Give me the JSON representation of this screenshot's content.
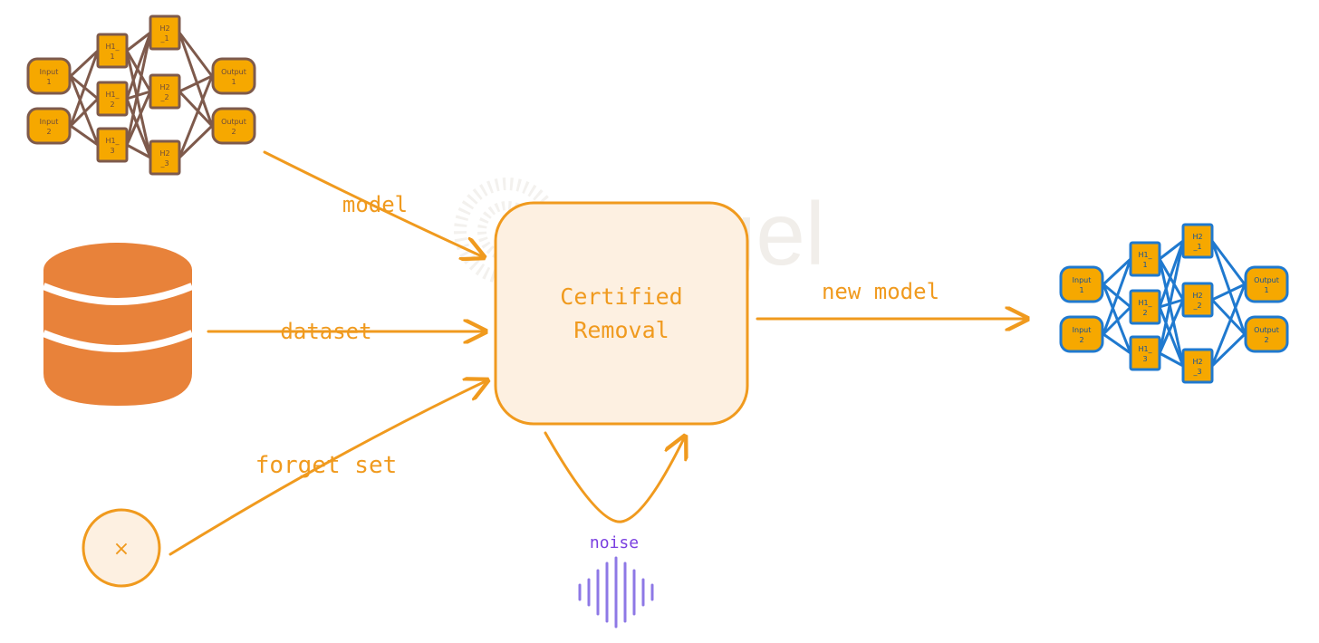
{
  "watermark": {
    "text": "Bagel"
  },
  "center_box": {
    "line1": "Certified",
    "line2": "Removal"
  },
  "edge_labels": {
    "model": "model",
    "dataset": "dataset",
    "forget_set": "forget set",
    "new_model": "new model",
    "noise": "noise"
  },
  "forget_item": {
    "symbol": "×"
  },
  "colors": {
    "accent": "#f09a1e",
    "box_fill": "#fdf0e1",
    "database": "#e8823a",
    "node_fill": "#f6a800",
    "input_net_stroke": "#7e5a4c",
    "output_net_stroke": "#1f79cf",
    "noise": "#8e78e6",
    "noise_label": "#7a3fe0"
  },
  "networks": {
    "input_net": {
      "nodes": [
        {
          "id": "in1",
          "line1": "Input",
          "line2": "1"
        },
        {
          "id": "in2",
          "line1": "Input",
          "line2": "2"
        },
        {
          "id": "h11",
          "line1": "H1_",
          "line2": "1"
        },
        {
          "id": "h12",
          "line1": "H1_",
          "line2": "2"
        },
        {
          "id": "h13",
          "line1": "H1_",
          "line2": "3"
        },
        {
          "id": "h21",
          "line1": "H2",
          "line2": "_1"
        },
        {
          "id": "h22",
          "line1": "H2",
          "line2": "_2"
        },
        {
          "id": "h23",
          "line1": "H2",
          "line2": "_3"
        },
        {
          "id": "out1",
          "line1": "Output",
          "line2": "1"
        },
        {
          "id": "out2",
          "line1": "Output",
          "line2": "2"
        }
      ]
    },
    "output_net": {
      "nodes": [
        {
          "id": "in1",
          "line1": "Input",
          "line2": "1"
        },
        {
          "id": "in2",
          "line1": "Input",
          "line2": "2"
        },
        {
          "id": "h11",
          "line1": "H1_",
          "line2": "1"
        },
        {
          "id": "h12",
          "line1": "H1_",
          "line2": "2"
        },
        {
          "id": "h13",
          "line1": "H1_",
          "line2": "3"
        },
        {
          "id": "h21",
          "line1": "H2",
          "line2": "_1"
        },
        {
          "id": "h22",
          "line1": "H2",
          "line2": "_2"
        },
        {
          "id": "h23",
          "line1": "H2",
          "line2": "_3"
        },
        {
          "id": "out1",
          "line1": "Output",
          "line2": "1"
        },
        {
          "id": "out2",
          "line1": "Output",
          "line2": "2"
        }
      ]
    }
  }
}
